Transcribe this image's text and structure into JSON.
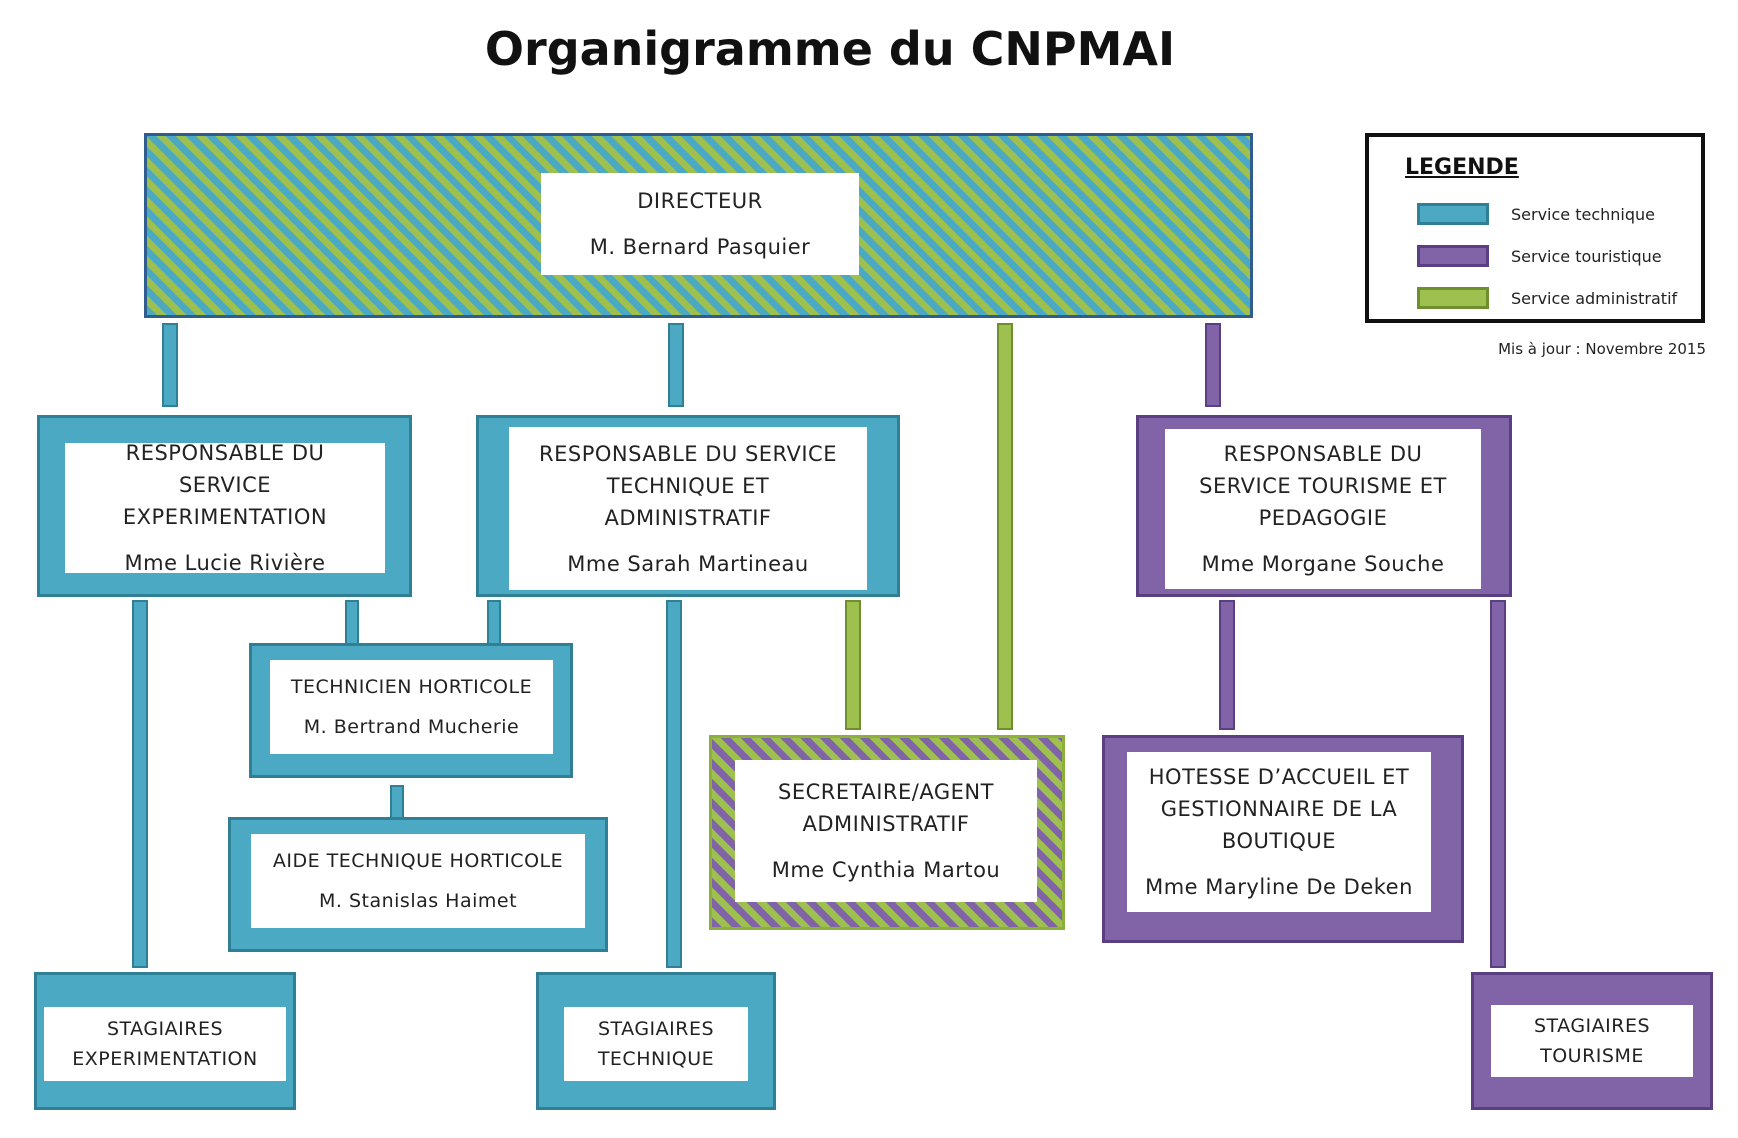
{
  "title": "Organigramme du CNPMAI",
  "colors": {
    "technique": "#4ba9c4",
    "touristique": "#8163a8",
    "administratif": "#9dc04f"
  },
  "nodes": {
    "directeur": {
      "role": "DIRECTEUR",
      "person": "M. Bernard Pasquier"
    },
    "resp_experimentation": {
      "role": "RESPONSABLE DU SERVICE EXPERIMENTATION",
      "person": "Mme Lucie Rivière"
    },
    "resp_technique": {
      "role": "RESPONSABLE DU SERVICE TECHNIQUE ET ADMINISTRATIF",
      "person": "Mme Sarah Martineau"
    },
    "resp_tourisme": {
      "role": "RESPONSABLE DU SERVICE TOURISME ET PEDAGOGIE",
      "person": "Mme Morgane Souche"
    },
    "technicien": {
      "role": "TECHNICIEN HORTICOLE",
      "person": "M. Bertrand Mucherie"
    },
    "aide_technique": {
      "role": "AIDE TECHNIQUE HORTICOLE",
      "person": "M. Stanislas Haimet"
    },
    "secretaire": {
      "role": "SECRETAIRE/AGENT ADMINISTRATIF",
      "person": "Mme Cynthia Martou"
    },
    "hotesse": {
      "role": "HOTESSE D’ACCUEIL ET GESTIONNAIRE DE LA BOUTIQUE",
      "person": "Mme Maryline De Deken"
    },
    "stagiaires_exp": {
      "role": "STAGIAIRES EXPERIMENTATION"
    },
    "stagiaires_tech": {
      "role": "STAGIAIRES TECHNIQUE"
    },
    "stagiaires_tour": {
      "role": "STAGIAIRES TOURISME"
    }
  },
  "legend": {
    "title": "LEGENDE",
    "items": [
      {
        "label": "Service technique",
        "color": "#4ba9c4"
      },
      {
        "label": "Service touristique",
        "color": "#8163a8"
      },
      {
        "label": "Service administratif",
        "color": "#9dc04f"
      }
    ]
  },
  "updated": "Mis à jour : Novembre 2015"
}
